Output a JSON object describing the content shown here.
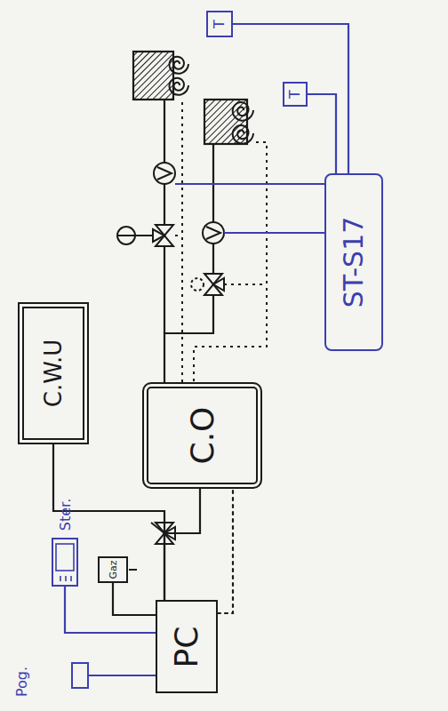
{
  "diagram": {
    "nodes": [
      {
        "text": [
          "T"
        ]
      },
      {
        "text": [
          "T"
        ]
      },
      {
        "text": [
          "ST-S17"
        ]
      },
      {
        "text": [
          "C.W.U"
        ]
      },
      {
        "text": [
          "C.O"
        ]
      },
      {
        "text": [
          "Ster."
        ]
      },
      {
        "text": [
          "Gaz"
        ]
      },
      {
        "text": [
          "Pog."
        ]
      },
      {
        "text": [
          "PC"
        ]
      }
    ],
    "edges": [
      {
        "from": 0,
        "to": 2,
        "arrow": "none"
      },
      {
        "from": 1,
        "to": 2,
        "arrow": "none"
      },
      {
        "from": 8,
        "to": 3,
        "arrow": "none"
      },
      {
        "from": 8,
        "to": 4,
        "arrow": "none"
      },
      {
        "from": 8,
        "to": 4,
        "arrow": "none"
      },
      {
        "from": 6,
        "to": 8,
        "arrow": "none"
      },
      {
        "from": 5,
        "to": 8,
        "arrow": "none"
      },
      {
        "from": 7,
        "to": 8,
        "arrow": "none"
      }
    ]
  }
}
